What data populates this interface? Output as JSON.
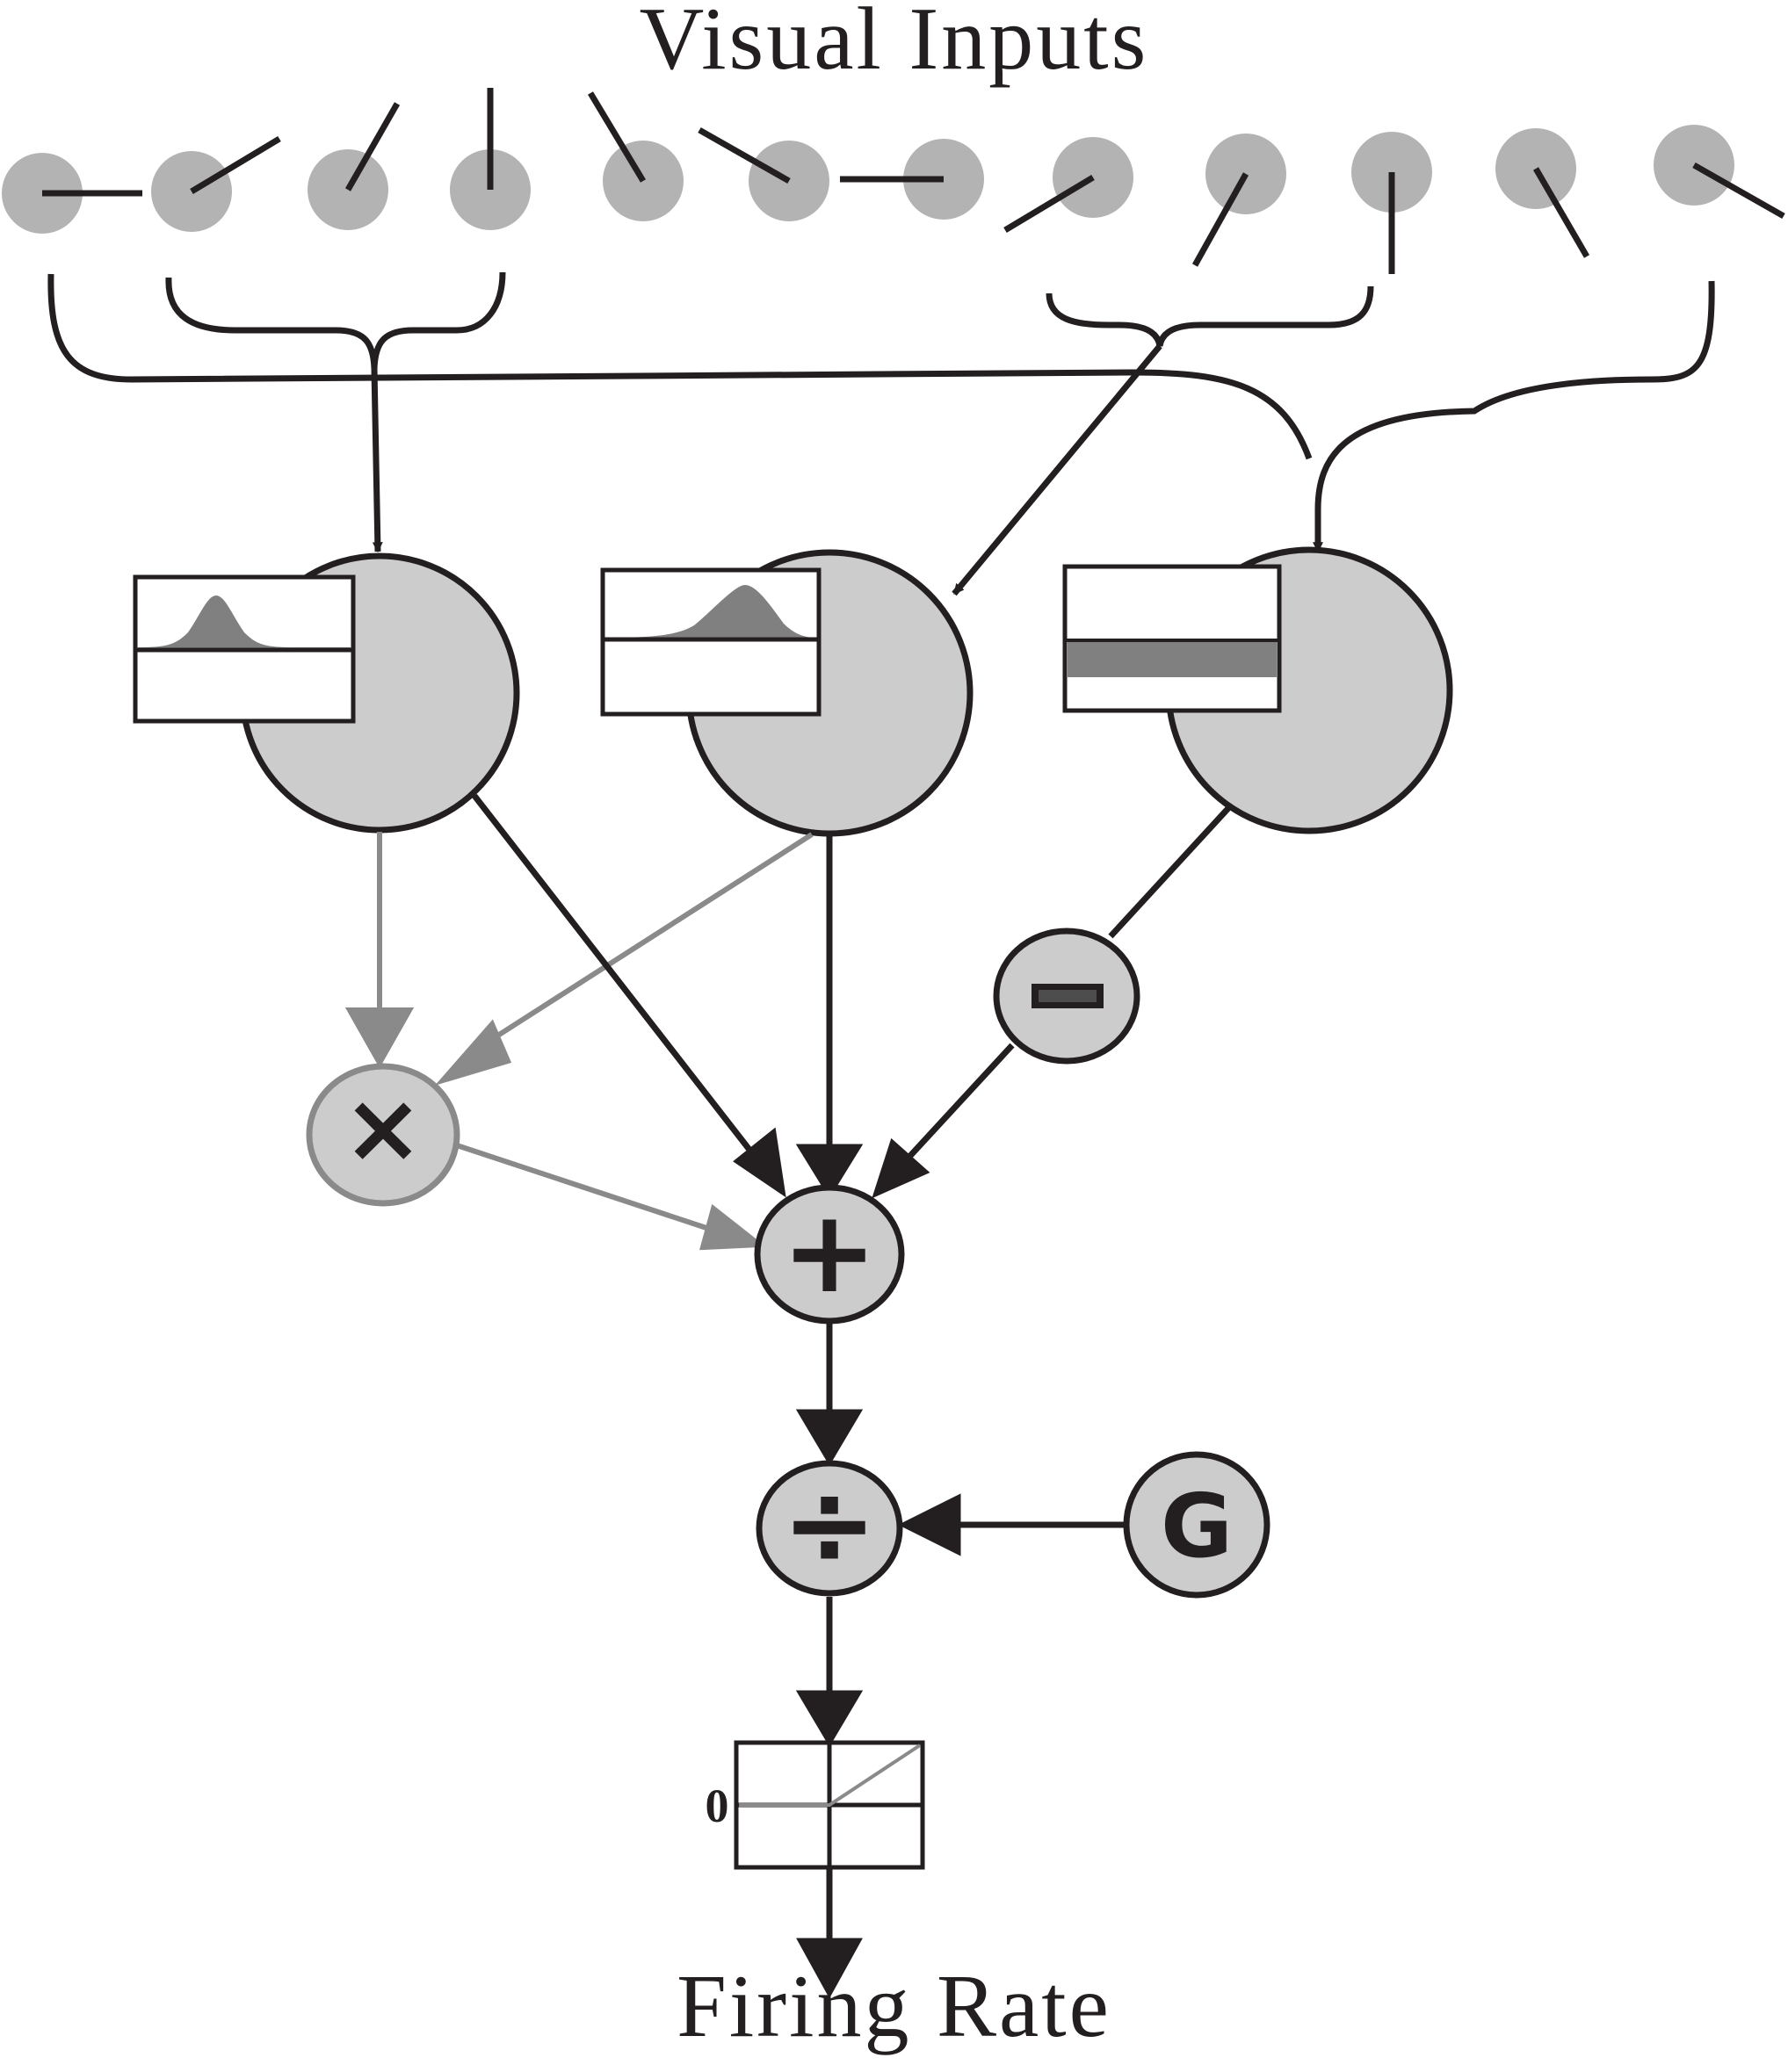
{
  "titles": {
    "top": "Visual Inputs",
    "bottom": "Firing Rate"
  },
  "operators": {
    "multiply": "×",
    "add": "+",
    "subtract": "−",
    "divide": "÷",
    "gain": "G"
  },
  "output_axis_label": "0",
  "colors": {
    "ink": "#231f20",
    "node_fill": "#cccccc",
    "input_dot": "#b3b3b3",
    "tuning_fill": "#808080",
    "gray_pathway": "#8a8a8a"
  }
}
